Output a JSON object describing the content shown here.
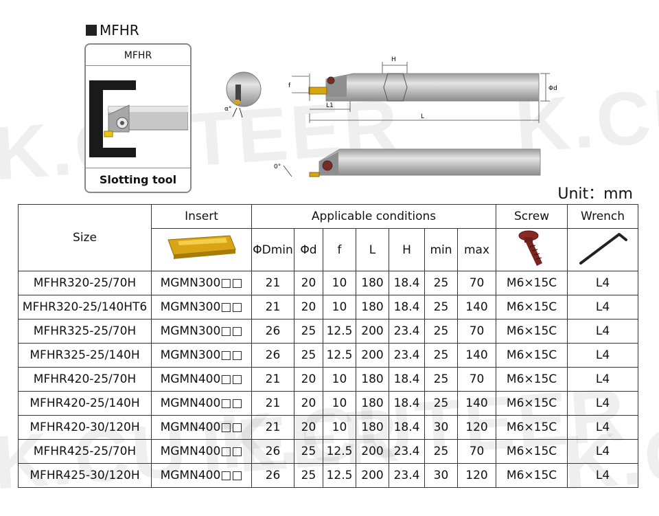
{
  "watermark": "K.CUTEER",
  "series_title": "MFHR",
  "product_card": {
    "header": "MFHR",
    "footer": "Slotting tool"
  },
  "drawing_labels": {
    "H": "H",
    "f": "f",
    "phi_d": "Φd",
    "L1": "L1",
    "L": "L",
    "alpha": "α°",
    "zero_deg": "0°"
  },
  "unit_label": "Unit：mm",
  "table": {
    "headers": {
      "size": "Size",
      "insert": "Insert",
      "applicable": "Applicable conditions",
      "screw": "Screw",
      "wrench": "Wrench"
    },
    "subheaders": [
      "ΦDmin",
      "Φd",
      "f",
      "L",
      "H",
      "min",
      "max"
    ],
    "rows": [
      [
        "MFHR320-25/70H",
        "MGMN300□□",
        "21",
        "20",
        "10",
        "180",
        "18.4",
        "25",
        "70",
        "M6×15C",
        "L4"
      ],
      [
        "MFHR320-25/140HT6",
        "MGMN300□□",
        "21",
        "20",
        "10",
        "180",
        "18.4",
        "25",
        "140",
        "M6×15C",
        "L4"
      ],
      [
        "MFHR325-25/70H",
        "MGMN300□□",
        "26",
        "25",
        "12.5",
        "200",
        "23.4",
        "25",
        "70",
        "M6×15C",
        "L4"
      ],
      [
        "MFHR325-25/140H",
        "MGMN300□□",
        "26",
        "25",
        "12.5",
        "200",
        "23.4",
        "25",
        "140",
        "M6×15C",
        "L4"
      ],
      [
        "MFHR420-25/70H",
        "MGMN400□□",
        "21",
        "20",
        "10",
        "180",
        "18.4",
        "25",
        "70",
        "M6×15C",
        "L4"
      ],
      [
        "MFHR420-25/140H",
        "MGMN400□□",
        "21",
        "20",
        "10",
        "180",
        "18.4",
        "25",
        "140",
        "M6×15C",
        "L4"
      ],
      [
        "MFHR420-30/120H",
        "MGMN400□□",
        "21",
        "20",
        "10",
        "180",
        "18.4",
        "30",
        "120",
        "M6×15C",
        "L4"
      ],
      [
        "MFHR425-25/70H",
        "MGMN400□□",
        "26",
        "25",
        "12.5",
        "200",
        "23.4",
        "25",
        "70",
        "M6×15C",
        "L4"
      ],
      [
        "MFHR425-30/120H",
        "MGMN400□□",
        "26",
        "25",
        "12.5",
        "200",
        "23.4",
        "30",
        "120",
        "M6×15C",
        "L4"
      ]
    ]
  },
  "colors": {
    "insert_gold": "#d9a514",
    "tool_gray": "#b9b9b9",
    "screw_red": "#8a2a22"
  }
}
